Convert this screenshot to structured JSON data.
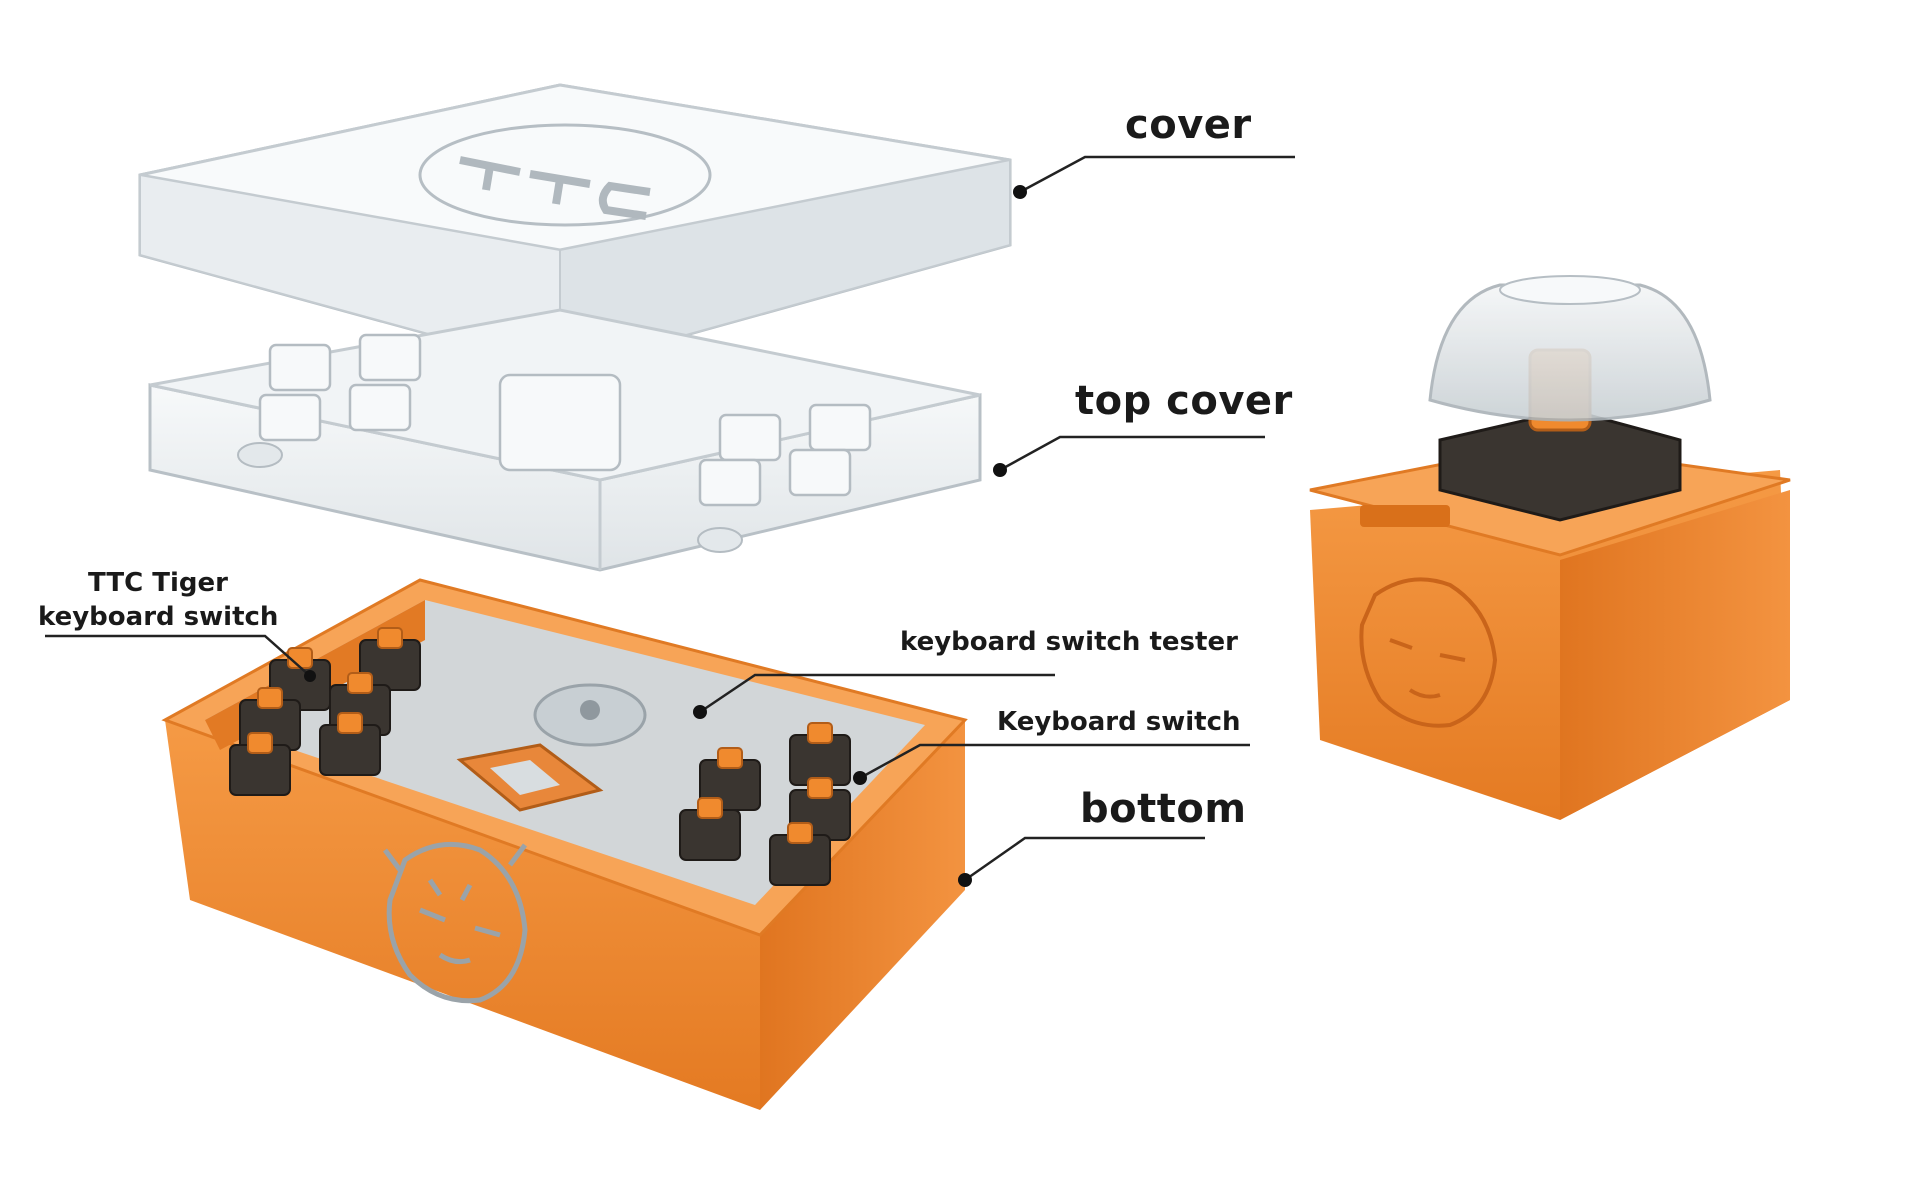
{
  "labels": {
    "cover": "cover",
    "top_cover": "top cover",
    "tiger_switch_line1": "TTC Tiger",
    "tiger_switch_line2": "keyboard switch",
    "switch_tester": "keyboard switch tester",
    "keyboard_switch": "Keyboard switch",
    "bottom": "bottom"
  },
  "colors": {
    "orange": "#f08a2e",
    "orange_dark": "#d9701a",
    "switch_dark": "#3a3530",
    "clear_plastic": "#eef1f3",
    "leader_line": "#222222"
  },
  "icons": [
    "tiger-emblem-icon",
    "ttc-logo-icon"
  ]
}
